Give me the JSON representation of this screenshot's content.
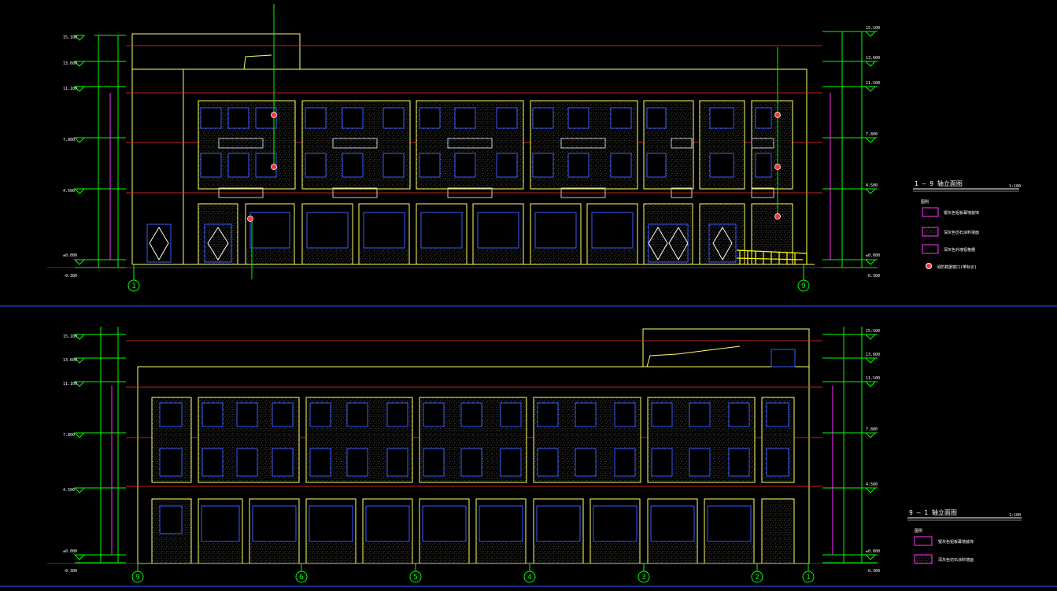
{
  "colors": {
    "background": "#000000",
    "outline": "#ffff66",
    "floor_line": "#ff2a2a",
    "window": "#3a5cff",
    "dim": "#00ff00",
    "legend_pink": "#ff33ff",
    "divider": "#3a4cff"
  },
  "upper_elevation": {
    "level_marks_left": [
      "15.100",
      "13.600",
      "11.100",
      "7.800",
      "4.500",
      "±0.000",
      "-0.300"
    ],
    "level_marks_right": [
      "15.100",
      "13.600",
      "11.100",
      "7.800",
      "4.500",
      "±0.000",
      "-0.300"
    ],
    "axis_labels": [
      "1",
      "9"
    ],
    "legend": {
      "title": "1 — 9 轴立面图",
      "scale": "1:100",
      "heading": "图例",
      "items": [
        "银灰色铝板幕墙装饰",
        "深灰色仿石涂料墙面",
        "深灰色外墙铝格栅",
        "消防救援窗口(带标识)"
      ]
    }
  },
  "lower_elevation": {
    "level_marks_left": [
      "15.100",
      "13.600",
      "11.100",
      "7.800",
      "4.500",
      "±0.000",
      "-0.300"
    ],
    "level_marks_right": [
      "15.100",
      "13.600",
      "11.100",
      "7.800",
      "4.500",
      "±0.000",
      "-0.300"
    ],
    "axis_labels": [
      "9",
      "6",
      "5",
      "4",
      "3",
      "2",
      "1"
    ],
    "legend": {
      "title": "9 — 1 轴立面图",
      "scale": "1:100",
      "heading": "图例",
      "items": [
        "银灰色铝板幕墙装饰",
        "深灰色仿石涂料墙面"
      ]
    }
  }
}
